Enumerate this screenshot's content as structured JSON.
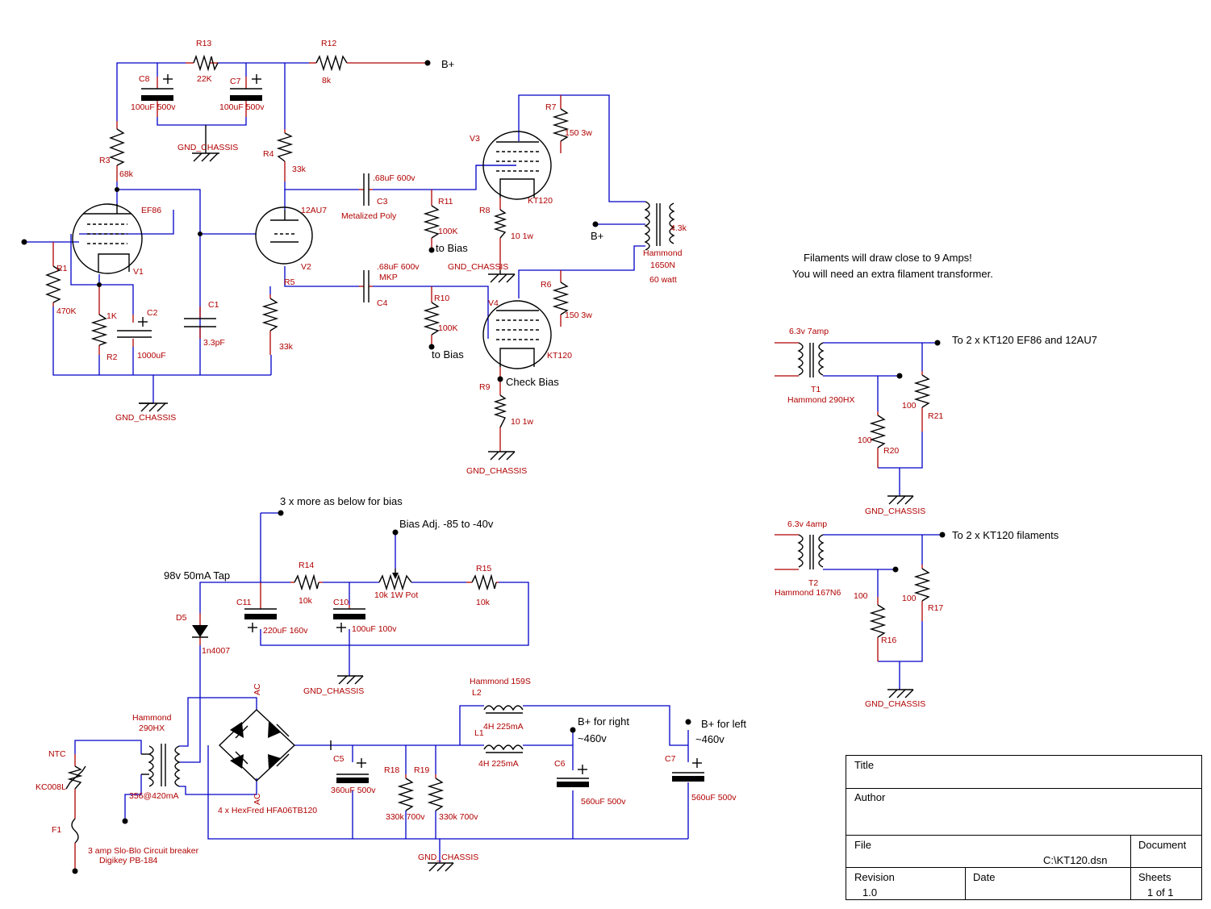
{
  "labels": {
    "r13": "R13",
    "r13v": "22K",
    "r12": "R12",
    "r12v": "8k",
    "bplus_top": "B+",
    "c8": "C8",
    "c8v": "100uF 500v",
    "c7a": "C7",
    "c7av": "100uF 500v",
    "gnd1": "GND_CHASSIS",
    "r3": "R3",
    "r3v": "68k",
    "r4": "R4",
    "r4v": "33k",
    "ef86": "EF86",
    "v1": "V1",
    "r1": "R1",
    "r1v": "470K",
    "r2": "R2",
    "r2v": "1K",
    "c2": "C2",
    "c2v": "1000uF",
    "c1": "C1",
    "c1v": "3.3pF",
    "gnd2": "GND_CHASSIS",
    "u12au7": "12AU7",
    "v2": "V2",
    "r5": "R5",
    "r5v": "33k",
    "c3v": ".68uF 600v",
    "c3": "C3",
    "c3t": "Metalized Poly",
    "c4v": ".68uF 600v",
    "c4t": "MKP",
    "c4": "C4",
    "r11": "R11",
    "r11v": "100K",
    "tobias1": "to Bias",
    "r10": "R10",
    "r10v": "100K",
    "tobias2": "to Bias",
    "gnd3": "GND_CHASSIS",
    "v3": "V3",
    "kt120a": "KT120",
    "r7": "R7",
    "r7v": "150 3w",
    "r8": "R8",
    "r8v": "10 1w",
    "v4": "V4",
    "kt120b": "KT120",
    "r6": "R6",
    "r6v": "150  3w",
    "checkbias": "Check Bias",
    "r9": "R9",
    "r9v": "10 1w",
    "gnd4": "GND_CHASSIS",
    "bplus_ot": "B+",
    "ot4k3": "4.3k",
    "ot1": "Hammond",
    "ot2": "1650N",
    "ot3": "60 watt",
    "note1": "Filaments will draw close to 9 Amps!",
    "note2": "You will need an extra filament transformer.",
    "t1amp": "6.3v 7amp",
    "t1out": "To 2 x KT120 EF86 and 12AU7",
    "t1": "T1",
    "t1n": "Hammond 290HX",
    "r21": "R21",
    "r21v": "100",
    "r20": "R20",
    "r20v": "100",
    "gnd5": "GND_CHASSIS",
    "t2amp": "6.3v 4amp",
    "t2out": "To 2 x KT120 filaments",
    "t2": "T2",
    "t2n": "Hammond 167N6",
    "r17": "R17",
    "r17v": "100",
    "r16": "R16",
    "r16v": "100",
    "gnd6": "GND_CHASSIS",
    "biasmore": "3 x more as below for bias",
    "biasadj": "Bias Adj. -85 to -40v",
    "tap": "98v 50mA Tap",
    "r14": "R14",
    "r14v": "10k",
    "pot": "10k 1W Pot",
    "r15": "R15",
    "r15v": "10k",
    "c11": "C11",
    "c11v": "220uF 160v",
    "c10": "C10",
    "c10v": "100uF 100v",
    "gnd7": "GND_CHASSIS",
    "d5": "D5",
    "d5v": "1n4007",
    "ac1": "AC",
    "ac2": "AC",
    "pt1": "Hammond",
    "pt2": "290HX",
    "ptv": "356@420mA",
    "ntc": "NTC",
    "ntcv": "KC008L",
    "f1": "F1",
    "f1a": "3 amp Slo-Blo Circuit breaker",
    "f1b": "Digikey PB-184",
    "bridge": "4 x HexFred HFA06TB120",
    "c5": "C5",
    "c5v": "360uF 500v",
    "r18": "R18",
    "r18v": "330k 700v",
    "r19": "R19",
    "r19v": "330k 700v",
    "gnd8": "GND_CHASSIS",
    "l2h": "Hammond 159S",
    "l2": "L2",
    "l2v": "4H 225mA",
    "l1": "L1",
    "l1v": "4H 225mA",
    "bright": "B+ for right",
    "bright_v": "~460v",
    "bleft": "B+ for left",
    "bleft_v": "~460v",
    "c6": "C6",
    "c6v": "560uF 500v",
    "c7b": "C7",
    "c7bv": "560uF 500v"
  },
  "titleblock": {
    "title_label": "Title",
    "author_label": "Author",
    "file_label": "File",
    "file_value": "C:\\KT120.dsn",
    "document_label": "Document",
    "revision_label": "Revision",
    "revision_value": "1.0",
    "date_label": "Date",
    "sheets_label": "Sheets",
    "sheets_value": "1 of 1"
  }
}
